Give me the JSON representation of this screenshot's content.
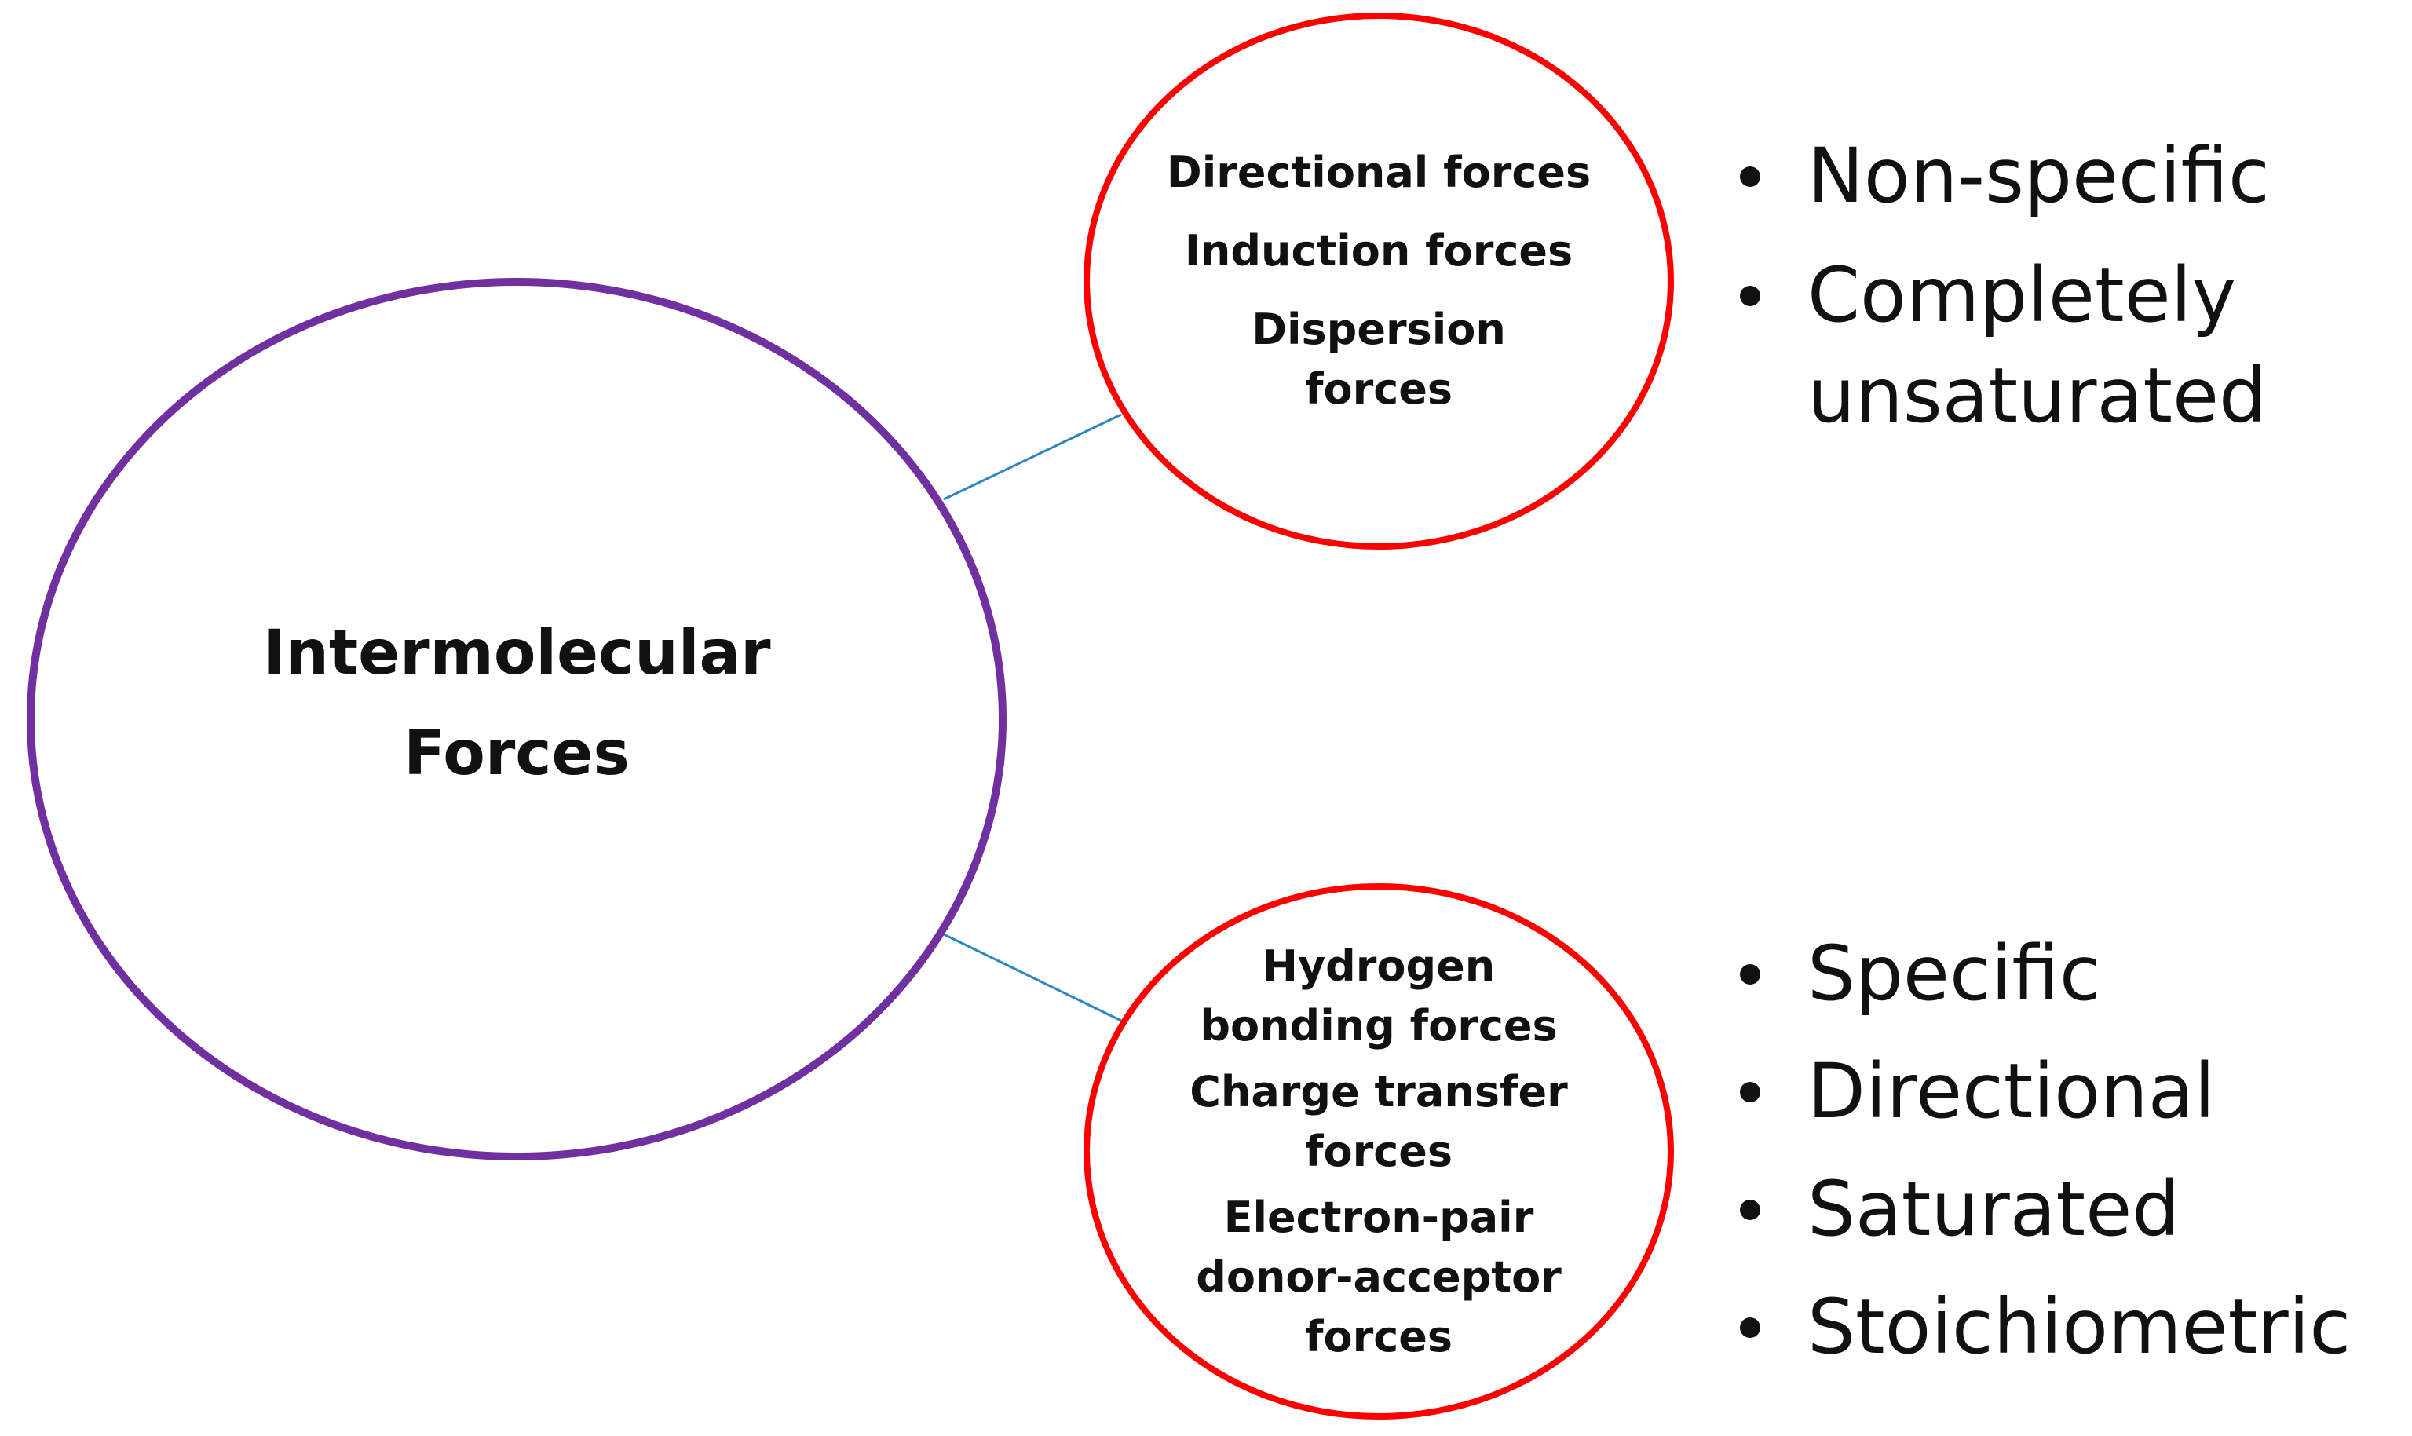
{
  "colors": {
    "main_circle": "#7030a0",
    "sub_circles": "#ff0000",
    "connector": "#2e86c1",
    "text": "#111111"
  },
  "main": {
    "title_line1": "Intermolecular",
    "title_line2": "Forces"
  },
  "top_group": {
    "items": [
      "Directional forces",
      "Induction forces",
      "Dispersion forces"
    ],
    "properties": [
      "Non-specific",
      "Completely unsaturated"
    ]
  },
  "bottom_group": {
    "items": [
      "Hydrogen bonding forces",
      "Charge transfer forces",
      "Electron-pair donor-acceptor forces"
    ],
    "properties": [
      "Specific",
      "Directional",
      "Saturated",
      "Stoichiometric"
    ]
  }
}
